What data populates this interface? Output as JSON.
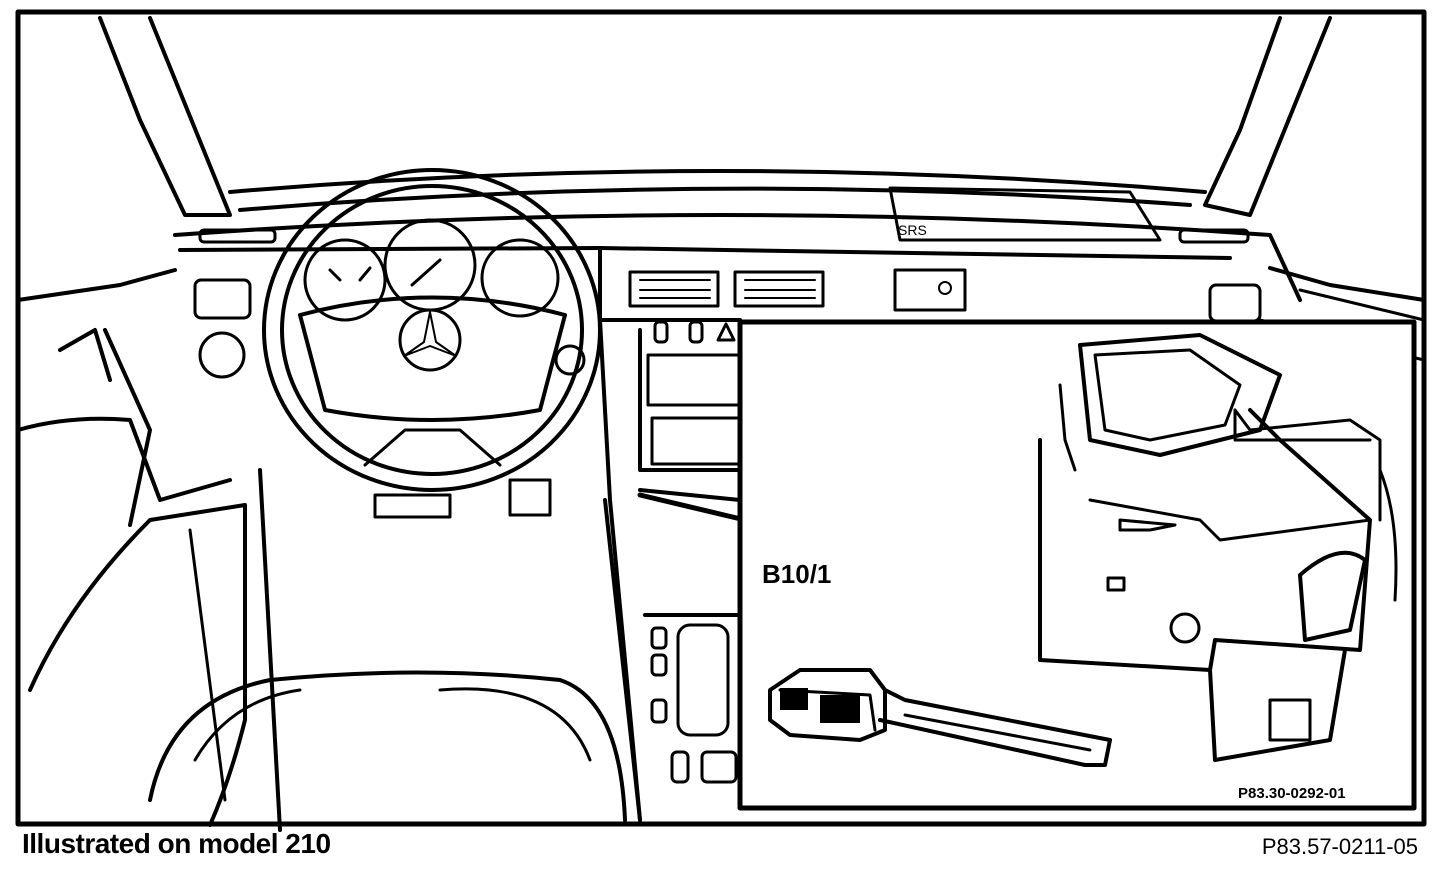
{
  "figure": {
    "callout_label": "B10/1",
    "inset_code": "P83.30-0292-01",
    "airbag_text": "SRS",
    "caption": "Illustrated on model 210",
    "figure_code": "P83.57-0211-05"
  }
}
